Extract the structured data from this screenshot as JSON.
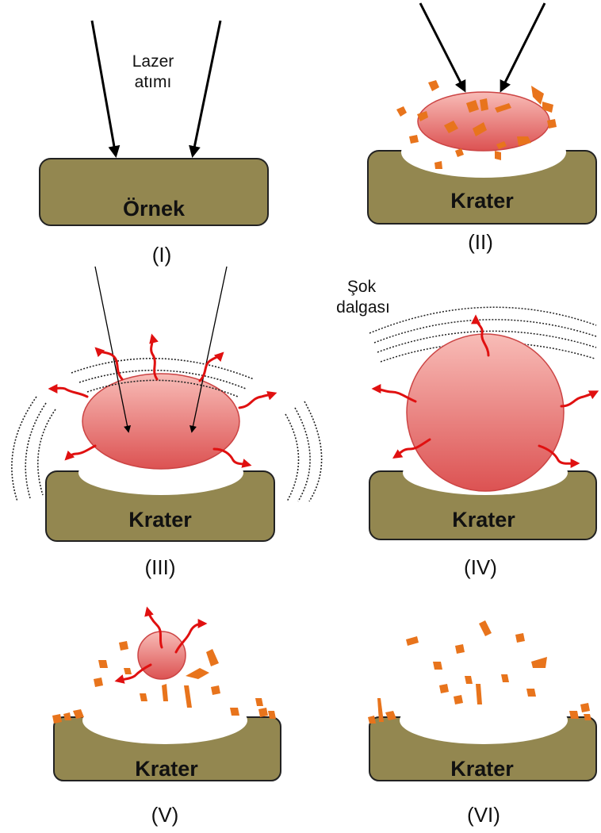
{
  "colors": {
    "sample": "#938750",
    "plume_light": "#f7b4b0",
    "plume_dark": "#de5454",
    "particle": "#e8741c",
    "arrow_red": "#e01010"
  },
  "panels": [
    {
      "id": "I",
      "caption": "(I)",
      "block_label": "Örnek"
    },
    {
      "id": "II",
      "caption": "(II)",
      "block_label": "Krater"
    },
    {
      "id": "III",
      "caption": "(III)",
      "block_label": "Krater"
    },
    {
      "id": "IV",
      "caption": "(IV)",
      "block_label": "Krater"
    },
    {
      "id": "V",
      "caption": "(V)",
      "block_label": "Krater"
    },
    {
      "id": "VI",
      "caption": "(VI)",
      "block_label": "Krater"
    }
  ],
  "annotations": {
    "laser_line1": "Lazer",
    "laser_line2": "atımı",
    "shock_line1": "Şok",
    "shock_line2": "dalgası"
  }
}
